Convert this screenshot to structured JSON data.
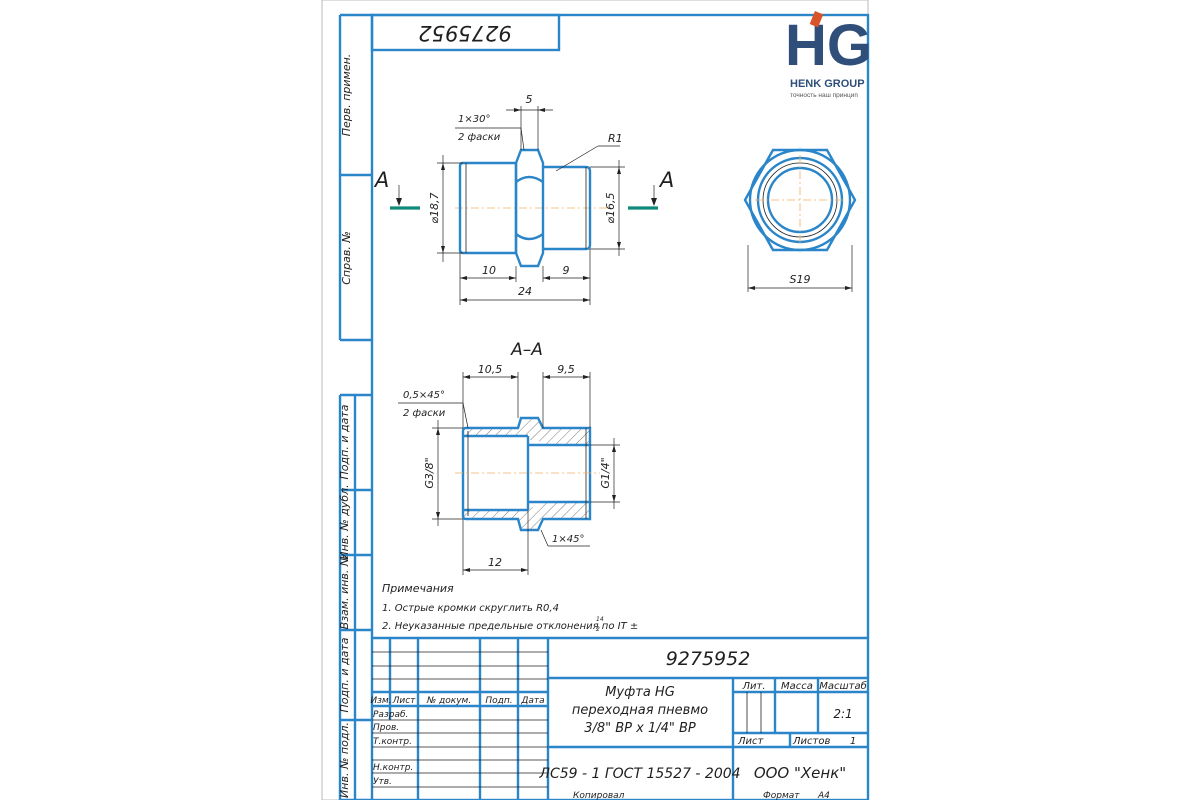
{
  "logo": {
    "letters": "HG",
    "company": "HENK GROUP",
    "slogan": "точность наш принцип"
  },
  "stamp_top": "9275952",
  "side_labels": {
    "perv_primen": "Перв. примен.",
    "sprav_no": "Справ. №",
    "podp_data_1": "Подп. и дата",
    "inv_dubl": "Инв. № дубл.",
    "vzam_inv": "Взам. инв. №",
    "podp_data_2": "Подп. и дата",
    "inv_podl": "Инв. № подл."
  },
  "main_view": {
    "label_a_left": "A",
    "label_a_right": "A",
    "dim_5": "5",
    "chamfer_1": "1×30°",
    "chamfer_1_note": "2 фаски",
    "radius": "R1",
    "dia_left": "⌀18,7",
    "dia_right": "⌀16,5",
    "dim_10": "10",
    "dim_9": "9",
    "dim_24": "24"
  },
  "end_view": {
    "s19": "S19"
  },
  "section": {
    "title": "A–A",
    "dim_10_5": "10,5",
    "dim_9_5": "9,5",
    "chamfer": "0,5×45°",
    "chamfer_note": "2 фаски",
    "thread_left": "G3/8\"",
    "thread_right": "G1/4\"",
    "chamfer_2": "1×45°",
    "dim_12": "12"
  },
  "notes": {
    "title": "Примечания",
    "n1": "1. Острые кромки скруглить R0,4",
    "n2": "2. Неуказанные предельные отклонения по IT ±",
    "n2_sup": "14",
    "n2_sub": "2"
  },
  "title_block": {
    "code": "9275952",
    "head_izm": "Изм.",
    "head_list": "Лист",
    "head_dokum": "№ докум.",
    "head_podp": "Подп.",
    "head_data": "Дата",
    "row_razrab": "Разраб.",
    "row_prov": "Пров.",
    "row_tkontr": "Т.контр.",
    "row_nkontr": "Н.контр.",
    "row_utv": "Утв.",
    "name_line1": "Муфта HG",
    "name_line2": "переходная пневмо",
    "name_line3": "3/8\" ВР х 1/4\" ВР",
    "lit": "Лит.",
    "massa": "Масса",
    "masshtab": "Масштаб",
    "scale": "2:1",
    "list": "Лист",
    "listov": "Листов",
    "listov_val": "1",
    "material": "ЛС59 - 1 ГОСТ 15527 - 2004",
    "org": "ООО \"Хенк\"",
    "kopiroval": "Копировал",
    "format": "Формат",
    "format_val": "A4"
  },
  "colors": {
    "frame_blue": "#2a86c9",
    "teal": "#0f8a7a",
    "axis": "#f0b060"
  }
}
